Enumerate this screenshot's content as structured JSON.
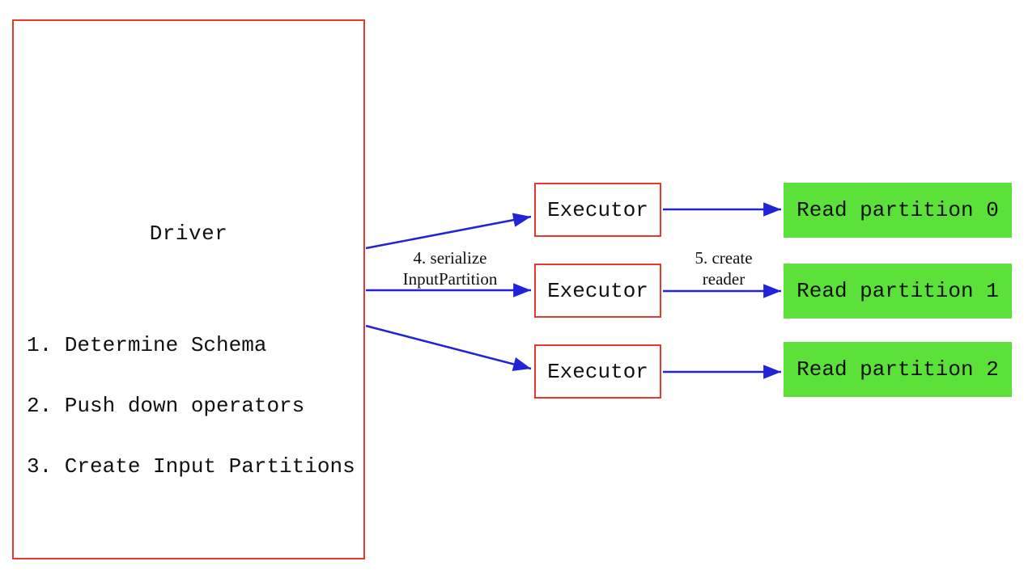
{
  "diagram": {
    "driver": {
      "title": "Driver",
      "steps": [
        "1. Determine Schema",
        "2. Push down operators",
        "3. Create Input Partitions"
      ]
    },
    "executors": [
      {
        "label": "Executor"
      },
      {
        "label": "Executor"
      },
      {
        "label": "Executor"
      }
    ],
    "read_partitions": [
      {
        "label": "Read partition 0"
      },
      {
        "label": "Read partition 1"
      },
      {
        "label": "Read partition 2"
      }
    ],
    "edge_labels": {
      "serialize": {
        "line1": "4. serialize",
        "line2": "InputPartition"
      },
      "create_reader": {
        "line1": "5. create",
        "line2": "reader"
      }
    },
    "colors": {
      "box_border_red": "#e8382d",
      "arrow_blue": "#2222d6",
      "partition_green": "#5ce13b"
    }
  }
}
